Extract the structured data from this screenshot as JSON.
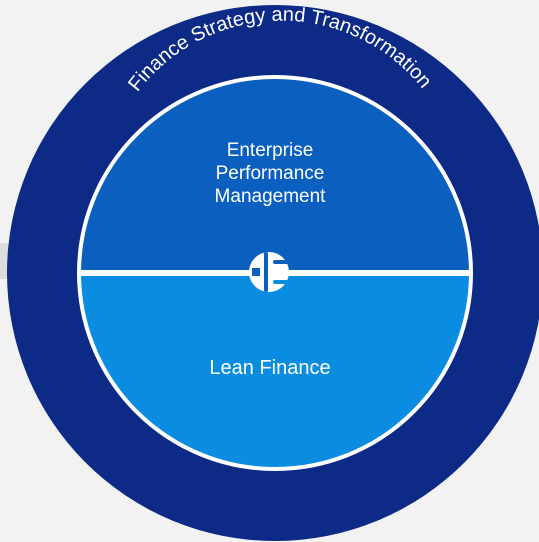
{
  "diagram": {
    "outer_ring_label": "Finance Strategy and Transformation",
    "upper_segment": {
      "lines": [
        "Enterprise",
        "Performance",
        "Management"
      ]
    },
    "lower_segment": {
      "label": "Lean Finance"
    },
    "center_connector_icon": "plug-connector-icon",
    "colors": {
      "outer_ring": "#0c2a86",
      "upper_segment": "#0a5fbf",
      "lower_segment": "#0a8de0",
      "divider": "#ffffff",
      "background": "#f2f2f2",
      "side_band": "#dcdcdc"
    }
  }
}
